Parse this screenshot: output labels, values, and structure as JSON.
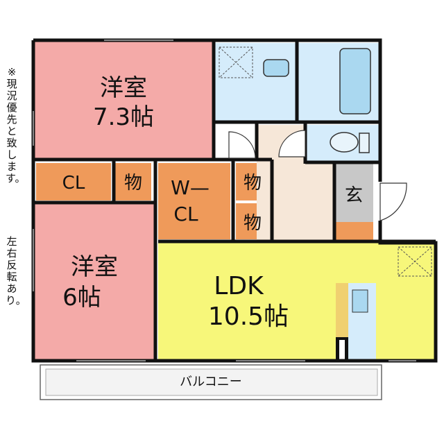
{
  "rooms": {
    "western_room_1": {
      "name": "洋室",
      "size": "7.3帖"
    },
    "western_room_2": {
      "name": "洋室",
      "size": "6帖"
    },
    "ldk": {
      "name": "LDK",
      "size": "10.5帖"
    },
    "closet": {
      "label": "CL"
    },
    "storage_1": {
      "label": "物"
    },
    "storage_2": {
      "label": "物"
    },
    "storage_3": {
      "label": "物"
    },
    "walk_in_closet": {
      "line1": "W—",
      "line2": "CL"
    },
    "entrance": {
      "label": "玄"
    }
  },
  "balcony": {
    "label": "バルコニー"
  },
  "notes": {
    "current_condition": "※現況優先と致します。",
    "mirror": "左右反転あり。"
  },
  "colors": {
    "western_room": "#f4aaa8",
    "storage": "#ef9a5a",
    "ldk": "#f7f77a",
    "water_area": "#d5ecfb",
    "hall": "#f6e7d8",
    "entrance": "#c8c8c8",
    "wall": "#111111"
  }
}
